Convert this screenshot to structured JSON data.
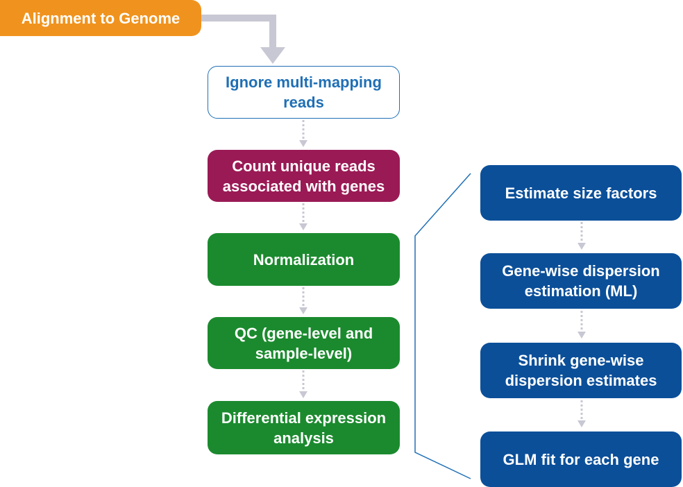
{
  "start": {
    "label": "Alignment to Genome"
  },
  "main_steps": [
    {
      "label": "Ignore multi-mapping\nreads"
    },
    {
      "label": "Count unique reads\nassociated with genes"
    },
    {
      "label": "Normalization"
    },
    {
      "label": "QC (gene-level and\nsample-level)"
    },
    {
      "label": "Differential expression\nanalysis"
    }
  ],
  "de_steps": [
    {
      "label": "Estimate size factors"
    },
    {
      "label": "Gene-wise dispersion\nestimation (ML)"
    },
    {
      "label": "Shrink gene-wise\ndispersion estimates"
    },
    {
      "label": "GLM fit for each gene"
    }
  ],
  "colors": {
    "start": "#f0931e",
    "ignore_text": "#1f6fb5",
    "count": "#9a1a55",
    "green_steps": "#1b8a2e",
    "de_steps": "#0b4f99",
    "arrow": "#c8c8d4",
    "bracket": "#1f6fb5"
  },
  "icons": {
    "thick_arrow": "elbow-arrow-down",
    "dotted_arrow": "dotted-arrow-down",
    "bracket": "expansion-bracket"
  }
}
